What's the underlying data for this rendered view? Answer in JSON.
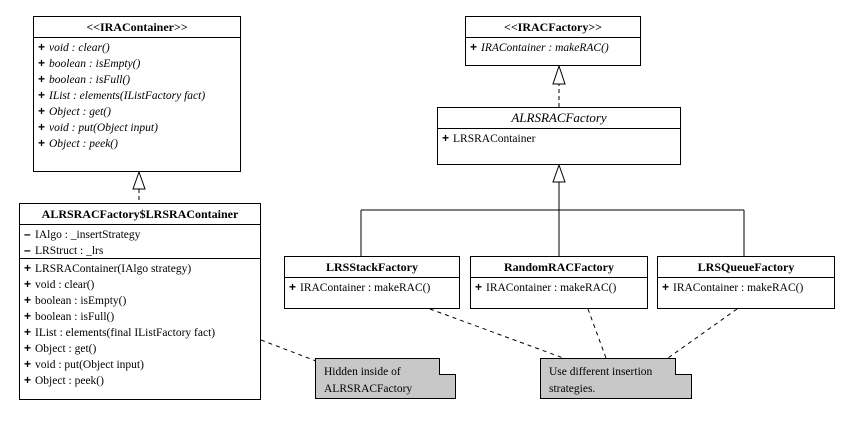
{
  "diagram": {
    "title": "UML class diagram",
    "line_color": "#000000",
    "box_fill": "#ffffff",
    "note_fill": "#c8c8c8"
  },
  "classes": {
    "ira_container": {
      "name": "<<IRAContainer>>",
      "stereotype": "interface",
      "methods": [
        {
          "vis": "+",
          "text": "void : clear()"
        },
        {
          "vis": "+",
          "text": "boolean : isEmpty()"
        },
        {
          "vis": "+",
          "text": "boolean : isFull()"
        },
        {
          "vis": "+",
          "text": "IList : elements(IListFactory fact)"
        },
        {
          "vis": "+",
          "text": "Object : get()"
        },
        {
          "vis": "+",
          "text": "void : put(Object input)"
        },
        {
          "vis": "+",
          "text": "Object : peek()"
        }
      ]
    },
    "irac_factory": {
      "name": "<<IRACFactory>>",
      "stereotype": "interface",
      "methods": [
        {
          "vis": "+",
          "text": "IRAContainer : makeRAC()"
        }
      ]
    },
    "alrsrac_factory": {
      "name": "ALRSRACFactory",
      "stereotype": "abstract",
      "methods": [
        {
          "vis": "+",
          "text": "LRSRAContainer"
        }
      ]
    },
    "lrsra_container": {
      "name": "ALRSRACFactory$LRSRAContainer",
      "stereotype": "class",
      "fields": [
        {
          "vis": "–",
          "text": "IAlgo : _insertStrategy"
        },
        {
          "vis": "–",
          "text": "LRStruct : _lrs"
        }
      ],
      "methods": [
        {
          "vis": "+",
          "text": "LRSRAContainer(IAlgo strategy)"
        },
        {
          "vis": "+",
          "text": "void : clear()"
        },
        {
          "vis": "+",
          "text": "boolean : isEmpty()"
        },
        {
          "vis": "+",
          "text": "boolean : isFull()"
        },
        {
          "vis": "+",
          "text": "IList : elements(final IListFactory fact)"
        },
        {
          "vis": "+",
          "text": "Object : get()"
        },
        {
          "vis": "+",
          "text": "void : put(Object input)"
        },
        {
          "vis": "+",
          "text": "Object : peek()"
        }
      ]
    },
    "lrs_stack_factory": {
      "name": "LRSStackFactory",
      "stereotype": "class",
      "methods": [
        {
          "vis": "+",
          "text": "IRAContainer : makeRAC()"
        }
      ]
    },
    "random_rac_factory": {
      "name": "RandomRACFactory",
      "stereotype": "class",
      "methods": [
        {
          "vis": "+",
          "text": "IRAContainer : makeRAC()"
        }
      ]
    },
    "lrs_queue_factory": {
      "name": "LRSQueueFactory",
      "stereotype": "class",
      "methods": [
        {
          "vis": "+",
          "text": "IRAContainer : makeRAC()"
        }
      ]
    }
  },
  "notes": {
    "hidden_note": {
      "text": "Hidden inside of\nALRSRACFactory"
    },
    "strategy_note": {
      "text": "Use different insertion\nstrategies."
    }
  }
}
